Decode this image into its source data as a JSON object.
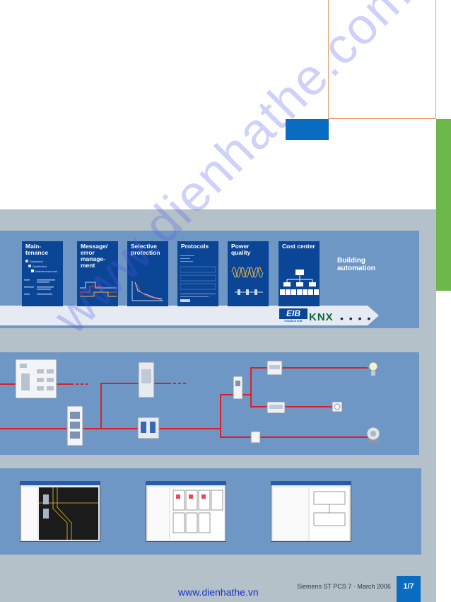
{
  "cards": [
    {
      "title": "Main-\ntenance"
    },
    {
      "title": "Message/\nerror\nmanage-\nment"
    },
    {
      "title": "Selective\nprotection"
    },
    {
      "title": "Protocols"
    },
    {
      "title": "Power\nquality"
    },
    {
      "title": "Cost center"
    }
  ],
  "maintenance_tree": {
    "root": "Substation",
    "child": "Distribution",
    "leaf": "Maintenance task"
  },
  "building_automation": "Building\nautomation",
  "eib_logo": "EIB",
  "eib_caption": "instabus EIB",
  "knx_logo": "KNX",
  "footer": {
    "text": "Siemens ST PCS 7 · March 2006",
    "page": "1/7",
    "site": "www.dienhathe.vn"
  },
  "watermark": "www.dienhathe.com",
  "colors": {
    "panel": "#6f97c6",
    "card": "#0b4596",
    "accent_blue": "#0a6cc0",
    "green": "#6cb84a",
    "line_red": "#d8202a"
  }
}
